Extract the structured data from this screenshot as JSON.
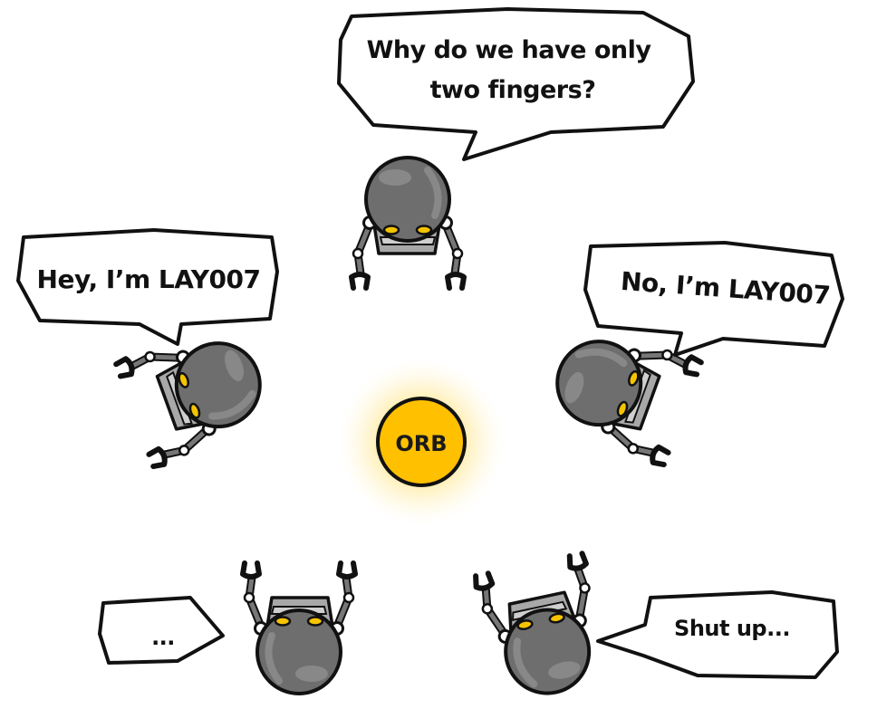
{
  "orb": {
    "label": "ORB"
  },
  "robots": [
    {
      "id": "top",
      "speech": [
        "Why do we have only",
        "two fingers?"
      ]
    },
    {
      "id": "left",
      "speech": [
        "Hey, I’m LAY007"
      ]
    },
    {
      "id": "right",
      "speech": [
        "No, I’m LAY007"
      ]
    },
    {
      "id": "bottom-left",
      "speech": [
        "..."
      ]
    },
    {
      "id": "bottom-right",
      "speech": [
        "Shut up..."
      ]
    }
  ],
  "colors": {
    "orb_fill": "#ffc000",
    "orb_glow": "#ffe27a",
    "robot_head": "#707070",
    "robot_body": "#8c8c8c",
    "robot_eye": "#f5c400",
    "outline": "#111111"
  }
}
